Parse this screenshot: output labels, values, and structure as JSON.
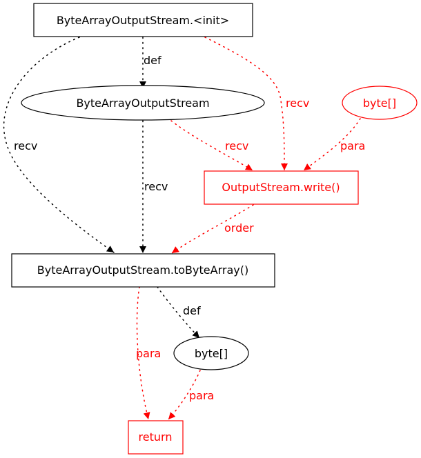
{
  "colors": {
    "normal": "#000000",
    "highlight": "#ff0000",
    "background": "#ffffff"
  },
  "nodes": [
    {
      "id": "init",
      "label": "ByteArrayOutputStream.<init>",
      "shape": "box",
      "color": "black"
    },
    {
      "id": "baos",
      "label": "ByteArrayOutputStream",
      "shape": "ellipse",
      "color": "black"
    },
    {
      "id": "bytearr_in",
      "label": "byte[]",
      "shape": "ellipse",
      "color": "red"
    },
    {
      "id": "write",
      "label": "OutputStream.write()",
      "shape": "box",
      "color": "red"
    },
    {
      "id": "tobytearray",
      "label": "ByteArrayOutputStream.toByteArray()",
      "shape": "box",
      "color": "black"
    },
    {
      "id": "bytearr_out",
      "label": "byte[]",
      "shape": "ellipse",
      "color": "black"
    },
    {
      "id": "ret",
      "label": "return",
      "shape": "box",
      "color": "red"
    }
  ],
  "edges": [
    {
      "from": "init",
      "to": "baos",
      "label": "def",
      "color": "black"
    },
    {
      "from": "init",
      "to": "tobytearray",
      "label": "recv",
      "color": "black"
    },
    {
      "from": "init",
      "to": "write",
      "label": "recv",
      "color": "red"
    },
    {
      "from": "baos",
      "to": "write",
      "label": "recv",
      "color": "red"
    },
    {
      "from": "baos",
      "to": "tobytearray",
      "label": "recv",
      "color": "black"
    },
    {
      "from": "bytearr_in",
      "to": "write",
      "label": "para",
      "color": "red"
    },
    {
      "from": "write",
      "to": "tobytearray",
      "label": "order",
      "color": "red"
    },
    {
      "from": "tobytearray",
      "to": "bytearr_out",
      "label": "def",
      "color": "black"
    },
    {
      "from": "tobytearray",
      "to": "ret",
      "label": "para",
      "color": "red"
    },
    {
      "from": "bytearr_out",
      "to": "ret",
      "label": "para",
      "color": "red"
    }
  ]
}
